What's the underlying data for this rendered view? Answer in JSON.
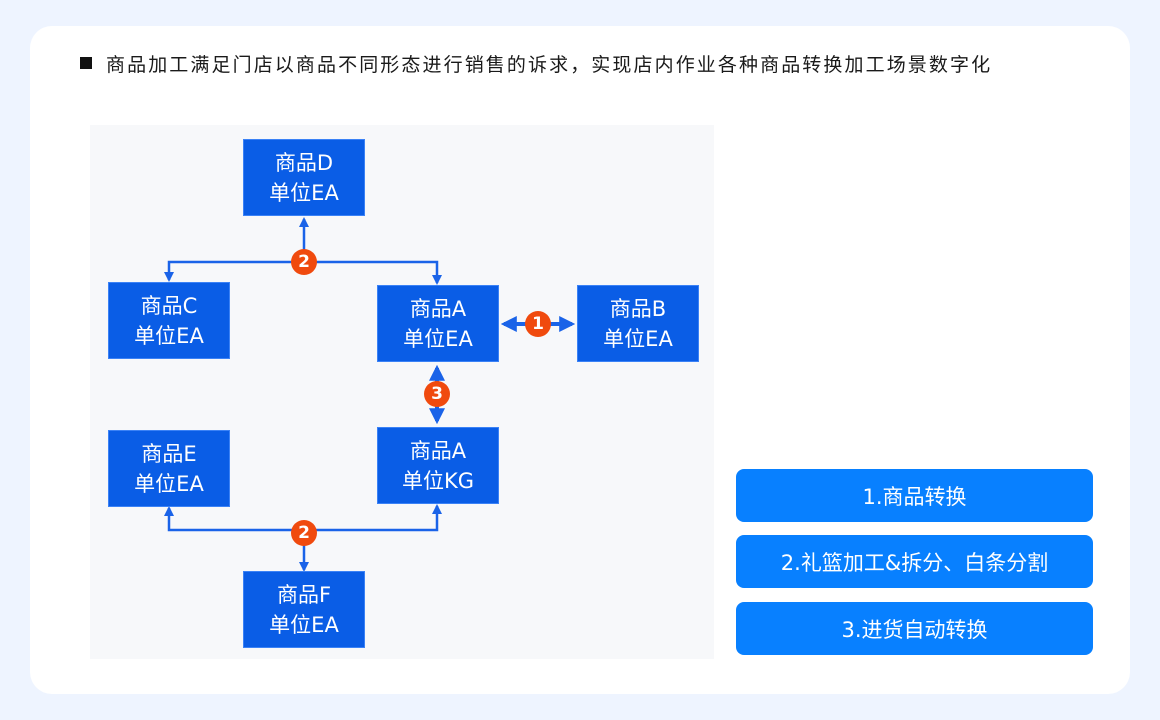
{
  "headline": {
    "bullet_icon": "black-square",
    "text": "商品加工满足门店以商品不同形态进行销售的诉求，实现店内作业各种商品转换加工场景数字化"
  },
  "diagram": {
    "nodes": {
      "d": {
        "line1": "商品D",
        "line2": "单位EA"
      },
      "c": {
        "line1": "商品C",
        "line2": "单位EA"
      },
      "a_ea": {
        "line1": "商品A",
        "line2": "单位EA"
      },
      "b": {
        "line1": "商品B",
        "line2": "单位EA"
      },
      "a_kg": {
        "line1": "商品A",
        "line2": "单位KG"
      },
      "e": {
        "line1": "商品E",
        "line2": "单位EA"
      },
      "f": {
        "line1": "商品F",
        "line2": "单位EA"
      }
    },
    "badges": {
      "top_split": "2",
      "a_to_b": "1",
      "ea_to_kg": "3",
      "bottom_split": "2"
    },
    "colors": {
      "node_fill": "#0a5de6",
      "connector": "#1a63e8",
      "badge_fill": "#f04a0e",
      "background": "#f7f8fa"
    }
  },
  "legend_buttons": [
    {
      "label": "1.商品转换"
    },
    {
      "label": "2.礼篮加工&拆分、白条分割"
    },
    {
      "label": "3.进货自动转换"
    }
  ],
  "colors": {
    "page_bg": "#eef4ff",
    "card_bg": "#ffffff",
    "button_bg": "#0880ff"
  }
}
